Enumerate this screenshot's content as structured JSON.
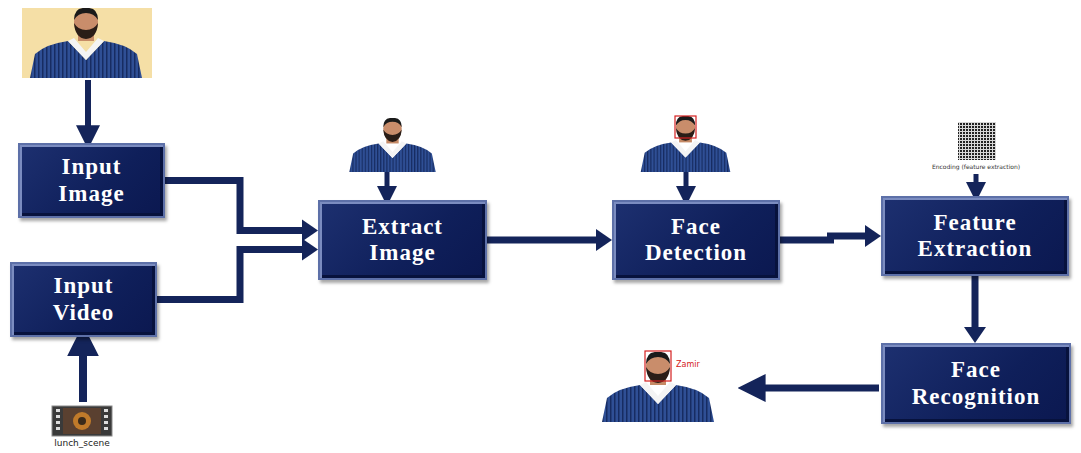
{
  "diagram": {
    "nodes": [
      {
        "text": [
          "Input Image"
        ]
      },
      {
        "text": [
          "Input Video"
        ]
      },
      {
        "text": [
          "Extract Image"
        ]
      },
      {
        "text": [
          "Face Detection"
        ]
      },
      {
        "text": [
          "Feature Extraction"
        ]
      },
      {
        "text": [
          "Face Recognition"
        ]
      }
    ],
    "edges": [
      {
        "from": 0,
        "to": 2,
        "arrow": "to"
      },
      {
        "from": 1,
        "to": 2,
        "arrow": "to"
      },
      {
        "from": 2,
        "to": 3,
        "arrow": "to"
      },
      {
        "from": 3,
        "to": 4,
        "arrow": "to"
      },
      {
        "from": 4,
        "to": 5,
        "arrow": "to"
      }
    ],
    "labels": [
      "Encoding (feature extraction)",
      "lunch_scene",
      "Zamir"
    ]
  }
}
